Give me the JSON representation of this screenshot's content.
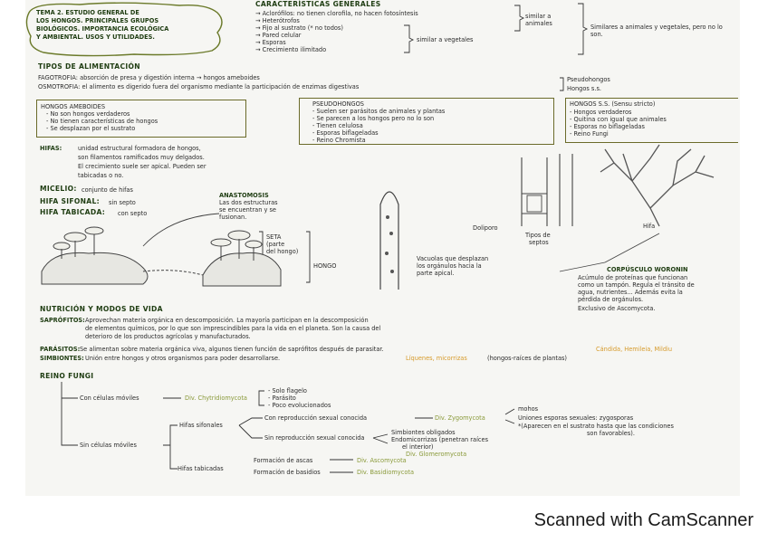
{
  "title": {
    "lines": [
      "TEMA 2. ESTUDIO GENERAL DE",
      "LOS HONGOS. PRINCIPALES GRUPOS",
      "BIOLÓGICOS. IMPORTANCIA ECOLÓGICA",
      "Y AMBIENTAL. USOS Y UTILIDADES."
    ]
  },
  "caracteristicas": {
    "heading": "CARACTERÍSTICAS GENERALES",
    "items": [
      "→ Aclorófilos: no tienen clorofila, no hacen fotosíntesis",
      "→ Heterótrofos",
      "→ Fijo al sustrato (* no todos)",
      "→ Pared celular",
      "→ Esporas",
      "→ Crecimiento ilimitado"
    ],
    "animal_note": "similar a animales",
    "plant_note": "similar a vegetales",
    "both_note": "Similares a animales y vegetales, pero no lo son."
  },
  "alimentacion": {
    "heading": "TIPOS DE ALIMENTACIÓN",
    "fagotrofia": "FAGOTROFIA: absorción de presa y digestión interna → hongos ameboides",
    "osmotrofia": "OSMOTROFIA: el alimento es digerido fuera del organismo mediante la participación de enzimas digestivas",
    "pseudohongos": "Pseudohongos",
    "hongos_ss": "Hongos s.s."
  },
  "box_ameboides": {
    "title": "HONGOS AMEBOIDES",
    "items": [
      "- No son hongos verdaderos",
      "- No tienen características de hongos",
      "- Se desplazan por el sustrato"
    ]
  },
  "box_pseudohongos": {
    "title": "PSEUDOHONGOS",
    "items": [
      "- Suelen ser parásitos de animales y plantas",
      "- Se parecen a los hongos pero no lo son",
      "- Tienen celulosa",
      "- Esporas biflageladas",
      "- Reino Chromista"
    ]
  },
  "box_hongos_ss": {
    "title": "HONGOS S.S. (Sensu stricto)",
    "items": [
      "- Hongos verdaderos",
      "- Quitina con igual que animales",
      "- Esporas no biflageladas",
      "- Reino Fungi"
    ]
  },
  "hifas": {
    "label": "HIFAS:",
    "text": [
      "unidad estructural formadora de hongos,",
      "son filamentos ramificados muy delgados.",
      "El crecimiento suele ser apical. Pueden ser",
      "tabicadas o no."
    ],
    "micelio_label": "MICELIO:",
    "micelio_text": "conjunto de hifas",
    "sifonal_label": "HIFA SIFONAL:",
    "sifonal_text": "sin septo",
    "tabicada_label": "HIFA TABICADA:",
    "tabicada_text": "con septo"
  },
  "diagram": {
    "anastomosis": [
      "ANASTOMOSIS",
      "Las dos estructuras",
      "se encuentran y se",
      "fusionan."
    ],
    "seta": [
      "SETA",
      "(parte",
      "del hongo)"
    ],
    "hongo": "HONGO",
    "vacuolas": [
      "Vacuolas que desplazan",
      "los orgánulos hacia la",
      "parte apical."
    ],
    "doliporo": "Doliporo",
    "tipos_septos": [
      "Tipos de",
      "septos"
    ],
    "hifa": "Hifa",
    "corpusculo_heading": "CORPÚSCULO WORONIN",
    "corpusculo": [
      "Acúmulo de proteínas que funcionan",
      "como un tampón. Regula el tránsito de",
      "agua, nutrientes... Además evita la",
      "pérdida de orgánulos.",
      "Exclusivo de Ascomycota."
    ]
  },
  "nutricion": {
    "heading": "NUTRICIÓN Y MODOS DE VIDA",
    "saprofitos_label": "SAPRÓFITOS:",
    "saprofitos": [
      "Aprovechan materia orgánica en descomposición. La mayoría participan en la descomposición",
      "de elementos químicos, por lo que son imprescindibles para la vida en el planeta. Son la causa del",
      "deterioro de los productos agrícolas y manufacturados."
    ],
    "parasitos_label": "PARÁSITOS:",
    "parasitos": "Se alimentan sobre materia orgánica viva, algunos tienen función de saprófitos después de parasitar.",
    "parasitos_hl": "Cándida, Hemileia, Mildiu",
    "simbiontes_label": "SIMBIONTES:",
    "simbiontes": "Unión entre hongos y otros organismos para poder desarrollarse.",
    "simbiontes_hl": "Líquenes, micorrizas",
    "simbiontes_tail": "(hongos-raíces de plantas)"
  },
  "reino": {
    "heading": "REINO FUNGI",
    "moviles": "Con células móviles",
    "chytrid": "Div. Chytridiomycota",
    "chytrid_items": [
      "- Solo flagelo",
      "- Parásito",
      "- Poco evolucionados"
    ],
    "sin_moviles": "Sin células móviles",
    "sifonales": "Hifas sifonales",
    "sexual": "Con reproducción sexual conocida",
    "zygo": "Div. Zygomycota",
    "zygo_items": [
      "mohos",
      "Uniones esporas sexuales: zygosporas",
      "*(Aparecen en el sustrato hasta que las condiciones",
      "son favorables)."
    ],
    "asexual": "Sin reproducción sexual conocida",
    "simbiontes_items": [
      "Simbiontes obligados",
      "Endomicorrizas (penetran raíces",
      "el interior)"
    ],
    "glomero": "Div. Glomeromycota",
    "tabicadas": "Hifas tabicadas",
    "ascas": "Formación de ascas",
    "asco": "Div. Ascomycota",
    "basidios": "Formación de basidios",
    "basidio": "Div. Basidiomycota"
  },
  "footer": "Scanned with CamScanner"
}
